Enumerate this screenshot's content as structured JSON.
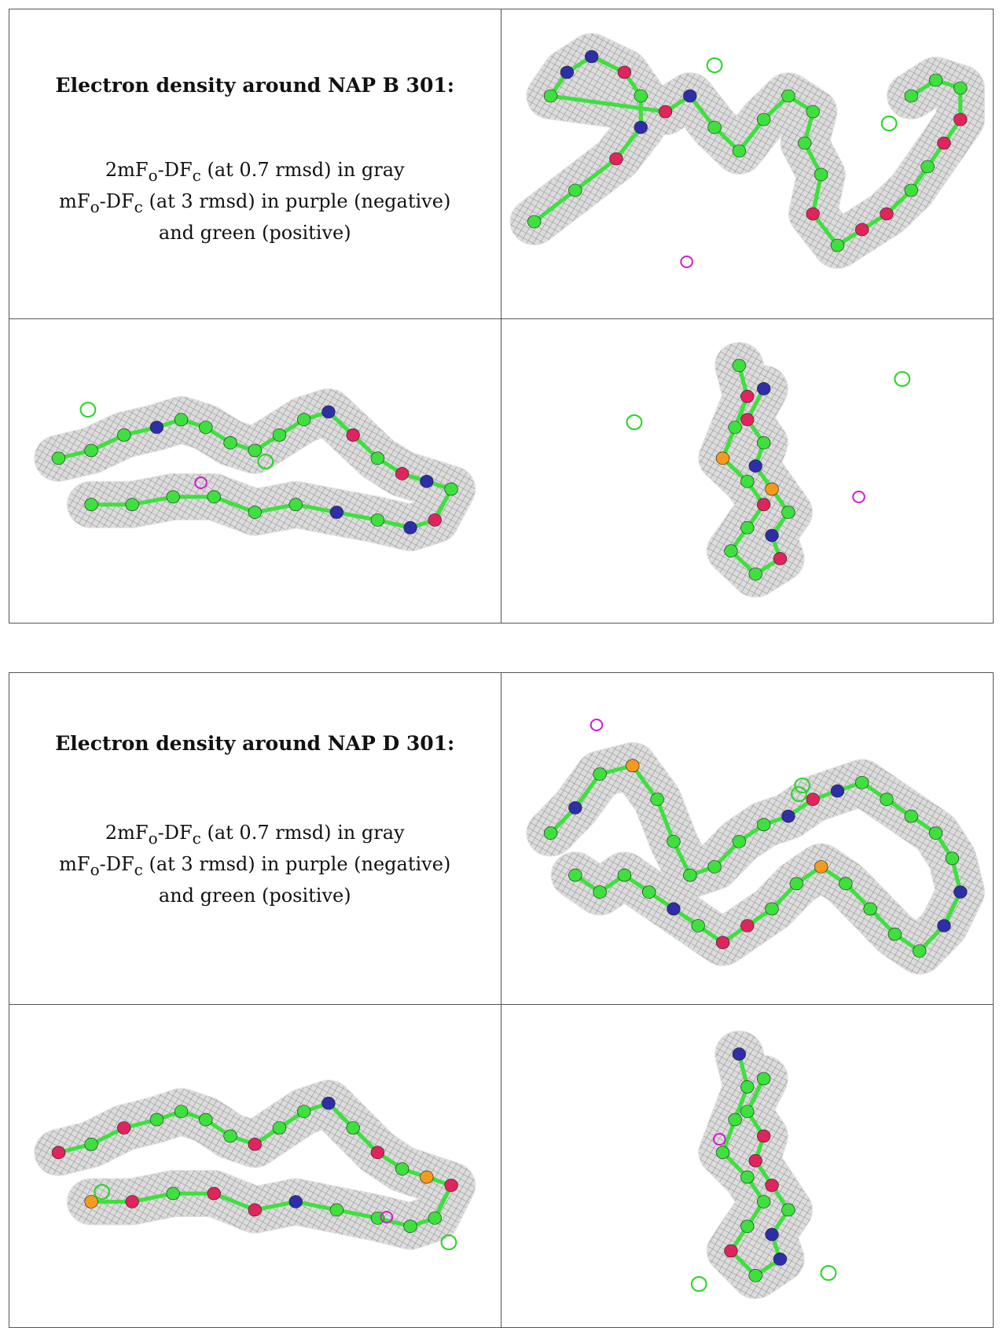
{
  "panels": [
    {
      "heading": "Electron density around NAP B 301:",
      "desc": {
        "line1_prefix": "2mF",
        "line1_sub": "o",
        "line1_mid": "-DF",
        "line1_sub2": "c",
        "line1_rest": " (at 0.7 rmsd) in gray",
        "line2_prefix": "mF",
        "line2_sub": "o",
        "line2_mid": "-DF",
        "line2_sub2": "c",
        "line2_rest": " (at 3 rmsd) in purple (negative)",
        "line3": "and green (positive)"
      }
    },
    {
      "heading": "Electron density around NAP D 301:",
      "desc": {
        "line1_prefix": "2mF",
        "line1_sub": "o",
        "line1_mid": "-DF",
        "line1_sub2": "c",
        "line1_rest": " (at 0.7 rmsd) in gray",
        "line2_prefix": "mF",
        "line2_sub": "o",
        "line2_mid": "-DF",
        "line2_sub2": "c",
        "line2_rest": " (at 3 rmsd) in purple (negative)",
        "line3": "and green (positive)"
      }
    }
  ],
  "colors": {
    "mesh": "#8a8a8a",
    "carbon": "#3ee03e",
    "oxygen": "#e0245e",
    "phosphorus": "#f59a1c",
    "nitrogen": "#2e2ea8",
    "negative": "#d11fd1",
    "positive": "#29d629"
  }
}
